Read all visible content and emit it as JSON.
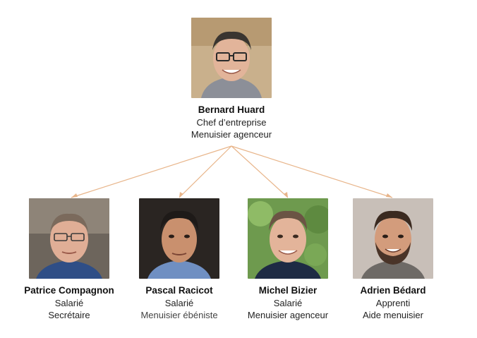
{
  "colors": {
    "connector": "#E8B58A",
    "text": "#111111"
  },
  "chief": {
    "name": "Bernard Huard",
    "role1": "Chef d’entreprise",
    "role2": "Menuisier agenceur",
    "photo_icon": "portrait-photo"
  },
  "employees": [
    {
      "name": "Patrice Compagnon",
      "role1": "Salarié",
      "role2": "Secrétaire",
      "photo_icon": "portrait-photo"
    },
    {
      "name": "Pascal Racicot",
      "role1": "Salarié",
      "role2": "Menuisier ébéniste",
      "photo_icon": "portrait-photo"
    },
    {
      "name": "Michel Bizier",
      "role1": "Salarié",
      "role2": "Menuisier agenceur",
      "photo_icon": "portrait-photo"
    },
    {
      "name": "Adrien Bédard",
      "role1": "Apprenti",
      "role2": "Aide menuisier",
      "photo_icon": "portrait-photo"
    }
  ]
}
